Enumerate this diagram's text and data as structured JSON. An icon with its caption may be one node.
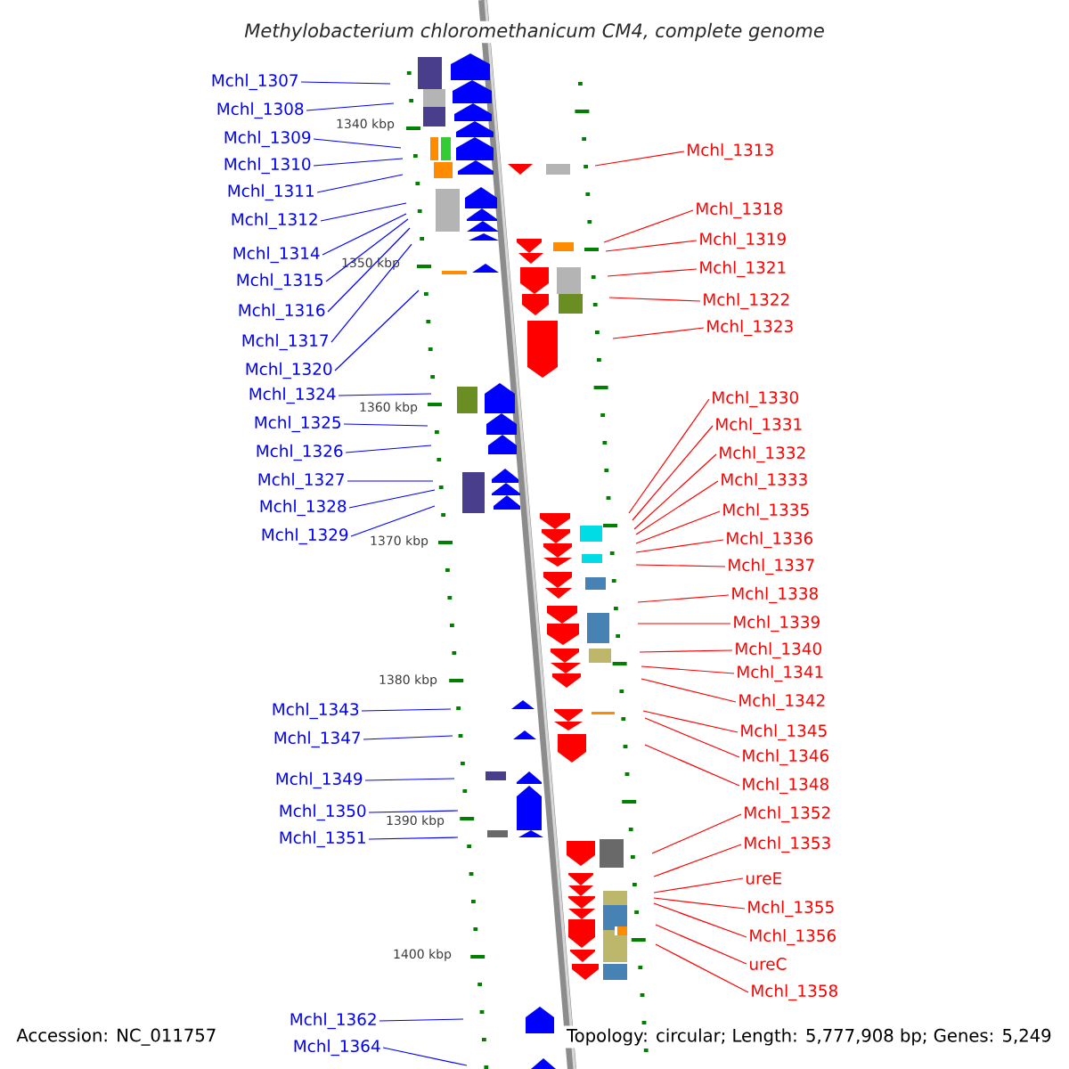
{
  "diagram": {
    "title": "Methylobacterium chloromethanicum CM4, complete genome",
    "nodes": [
      {
        "text": [
          "Mchl_1307"
        ]
      },
      {
        "text": [
          "Mchl_1308"
        ]
      },
      {
        "text": [
          "Mchl_1309"
        ]
      },
      {
        "text": [
          "Mchl_1310"
        ]
      },
      {
        "text": [
          "Mchl_1311"
        ]
      },
      {
        "text": [
          "Mchl_1312"
        ]
      },
      {
        "text": [
          "Mchl_1314"
        ]
      },
      {
        "text": [
          "Mchl_1315"
        ]
      },
      {
        "text": [
          "Mchl_1316"
        ]
      },
      {
        "text": [
          "Mchl_1317"
        ]
      },
      {
        "text": [
          "Mchl_1320"
        ]
      },
      {
        "text": [
          "Mchl_1324"
        ]
      },
      {
        "text": [
          "Mchl_1325"
        ]
      },
      {
        "text": [
          "Mchl_1326"
        ]
      },
      {
        "text": [
          "Mchl_1327"
        ]
      },
      {
        "text": [
          "Mchl_1328"
        ]
      },
      {
        "text": [
          "Mchl_1329"
        ]
      },
      {
        "text": [
          "Mchl_1343"
        ]
      },
      {
        "text": [
          "Mchl_1347"
        ]
      },
      {
        "text": [
          "Mchl_1349"
        ]
      },
      {
        "text": [
          "Mchl_1350"
        ]
      },
      {
        "text": [
          "Mchl_1351"
        ]
      },
      {
        "text": [
          "Mchl_1362"
        ]
      },
      {
        "text": [
          "Mchl_1364"
        ]
      },
      {
        "text": [
          "Mchl_1313"
        ]
      },
      {
        "text": [
          "Mchl_1318"
        ]
      },
      {
        "text": [
          "Mchl_1319"
        ]
      },
      {
        "text": [
          "Mchl_1321"
        ]
      },
      {
        "text": [
          "Mchl_1322"
        ]
      },
      {
        "text": [
          "Mchl_1323"
        ]
      },
      {
        "text": [
          "Mchl_1330"
        ]
      },
      {
        "text": [
          "Mchl_1331"
        ]
      },
      {
        "text": [
          "Mchl_1332"
        ]
      },
      {
        "text": [
          "Mchl_1333"
        ]
      },
      {
        "text": [
          "Mchl_1335"
        ]
      },
      {
        "text": [
          "Mchl_1336"
        ]
      },
      {
        "text": [
          "Mchl_1337"
        ]
      },
      {
        "text": [
          "Mchl_1338"
        ]
      },
      {
        "text": [
          "Mchl_1339"
        ]
      },
      {
        "text": [
          "Mchl_1340"
        ]
      },
      {
        "text": [
          "Mchl_1341"
        ]
      },
      {
        "text": [
          "Mchl_1342"
        ]
      },
      {
        "text": [
          "Mchl_1345"
        ]
      },
      {
        "text": [
          "Mchl_1346"
        ]
      },
      {
        "text": [
          "Mchl_1348"
        ]
      },
      {
        "text": [
          "Mchl_1352"
        ]
      },
      {
        "text": [
          "Mchl_1353"
        ]
      },
      {
        "text": [
          "ureE"
        ]
      },
      {
        "text": [
          "Mchl_1355"
        ]
      },
      {
        "text": [
          "Mchl_1356"
        ]
      },
      {
        "text": [
          "ureC"
        ]
      },
      {
        "text": [
          "Mchl_1358"
        ]
      }
    ],
    "edges": [
      {
        "from": 0,
        "to": null,
        "arrow": "none",
        "color": "#0000ff"
      },
      {
        "from": 1,
        "to": null,
        "arrow": "none",
        "color": "#0000ff"
      },
      {
        "from": 2,
        "to": null,
        "arrow": "none",
        "color": "#0000ff"
      },
      {
        "from": 3,
        "to": null,
        "arrow": "none",
        "color": "#0000ff"
      },
      {
        "from": 4,
        "to": null,
        "arrow": "none",
        "color": "#0000ff"
      },
      {
        "from": 5,
        "to": null,
        "arrow": "none",
        "color": "#0000ff"
      },
      {
        "from": 6,
        "to": null,
        "arrow": "none",
        "color": "#0000ff"
      },
      {
        "from": 7,
        "to": null,
        "arrow": "none",
        "color": "#0000ff"
      },
      {
        "from": 8,
        "to": null,
        "arrow": "none",
        "color": "#0000ff"
      },
      {
        "from": 9,
        "to": null,
        "arrow": "none",
        "color": "#0000ff"
      },
      {
        "from": 10,
        "to": null,
        "arrow": "none",
        "color": "#0000ff"
      },
      {
        "from": 11,
        "to": null,
        "arrow": "none",
        "color": "#0000ff"
      },
      {
        "from": 12,
        "to": null,
        "arrow": "none",
        "color": "#0000ff"
      },
      {
        "from": 13,
        "to": null,
        "arrow": "none",
        "color": "#0000ff"
      },
      {
        "from": 14,
        "to": null,
        "arrow": "none",
        "color": "#0000ff"
      },
      {
        "from": 15,
        "to": null,
        "arrow": "none",
        "color": "#0000ff"
      },
      {
        "from": 16,
        "to": null,
        "arrow": "none",
        "color": "#0000ff"
      },
      {
        "from": 17,
        "to": null,
        "arrow": "none",
        "color": "#0000ff"
      },
      {
        "from": 18,
        "to": null,
        "arrow": "none",
        "color": "#0000ff"
      },
      {
        "from": 19,
        "to": null,
        "arrow": "none",
        "color": "#0000ff"
      },
      {
        "from": 20,
        "to": null,
        "arrow": "none",
        "color": "#0000ff"
      },
      {
        "from": 21,
        "to": null,
        "arrow": "none",
        "color": "#0000ff"
      },
      {
        "from": 22,
        "to": null,
        "arrow": "none",
        "color": "#0000ff"
      },
      {
        "from": 23,
        "to": null,
        "arrow": "none",
        "color": "#0000ff"
      },
      {
        "from": 24,
        "to": null,
        "arrow": "none"
      },
      {
        "from": 25,
        "to": null,
        "arrow": "none"
      },
      {
        "from": 26,
        "to": null,
        "arrow": "none"
      },
      {
        "from": 27,
        "to": null,
        "arrow": "none"
      },
      {
        "from": 28,
        "to": null,
        "arrow": "none"
      },
      {
        "from": 29,
        "to": null,
        "arrow": "none"
      },
      {
        "from": 30,
        "to": null,
        "arrow": "none"
      },
      {
        "from": 31,
        "to": null,
        "arrow": "none"
      },
      {
        "from": 32,
        "to": null,
        "arrow": "none"
      },
      {
        "from": 33,
        "to": null,
        "arrow": "none"
      },
      {
        "from": 34,
        "to": null,
        "arrow": "none"
      },
      {
        "from": 35,
        "to": null,
        "arrow": "none"
      },
      {
        "from": 36,
        "to": null,
        "arrow": "none"
      },
      {
        "from": 37,
        "to": null,
        "arrow": "none"
      },
      {
        "from": 38,
        "to": null,
        "arrow": "none"
      },
      {
        "from": 39,
        "to": null,
        "arrow": "none"
      },
      {
        "from": 40,
        "to": null,
        "arrow": "none"
      },
      {
        "from": 41,
        "to": null,
        "arrow": "none"
      },
      {
        "from": 42,
        "to": null,
        "arrow": "none"
      },
      {
        "from": 43,
        "to": null,
        "arrow": "none"
      },
      {
        "from": 44,
        "to": null,
        "arrow": "none"
      },
      {
        "from": 45,
        "to": null,
        "arrow": "none"
      },
      {
        "from": 46,
        "to": null,
        "arrow": "none"
      },
      {
        "from": 47,
        "to": null,
        "arrow": "none"
      },
      {
        "from": 48,
        "to": null,
        "arrow": "none"
      },
      {
        "from": 49,
        "to": null,
        "arrow": "none"
      },
      {
        "from": 50,
        "to": null,
        "arrow": "none"
      },
      {
        "from": 51,
        "to": null,
        "arrow": "none"
      }
    ],
    "labels": [
      "1340 kbp",
      "1350 kbp",
      "1360 kbp",
      "1370 kbp",
      "1380 kbp",
      "1390 kbp",
      "1400 kbp",
      "Accession: NC_011757",
      "Topology: circular; Length: 5,777,908 bp; Genes: 5,249"
    ]
  }
}
